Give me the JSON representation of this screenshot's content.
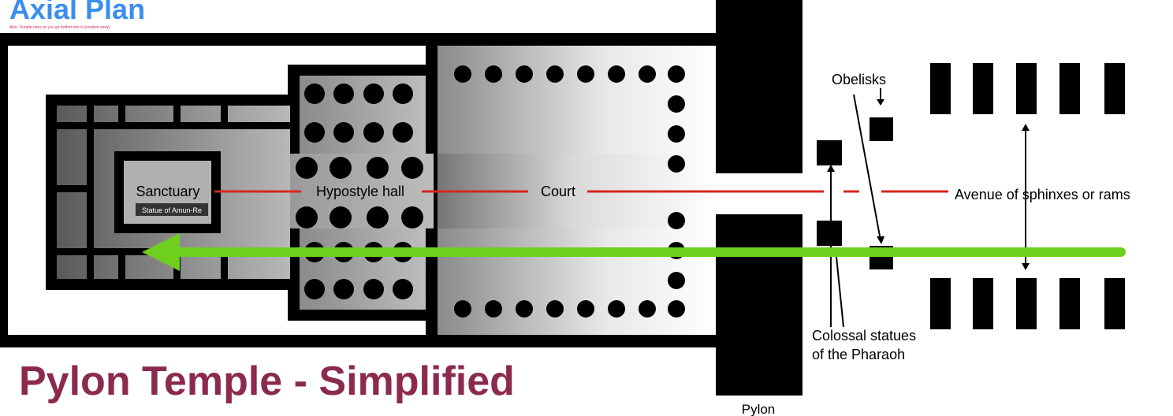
{
  "header": {
    "small_title": "Axial Plan",
    "note": "Also, Temple rises as you go further into it (creation story)"
  },
  "title": "Pylon Temple - Simplified",
  "labels": {
    "sanctuary": "Sanctuary",
    "statue": "Statue of Amun-Re",
    "hypostyle": "Hypostyle hall",
    "court": "Court",
    "avenue": "Avenue of sphinxes or rams",
    "obelisks": "Obelisks",
    "colossal_line1": "Colossal statues",
    "colossal_line2": "of the Pharaoh",
    "pylon": "Pylon"
  },
  "colors": {
    "title": "#8b2a4e",
    "header": "#3b8ef0",
    "note": "#e0245e",
    "axis_line": "#d7261e",
    "path_arrow": "#6fcf1e",
    "walls": "#000000"
  }
}
